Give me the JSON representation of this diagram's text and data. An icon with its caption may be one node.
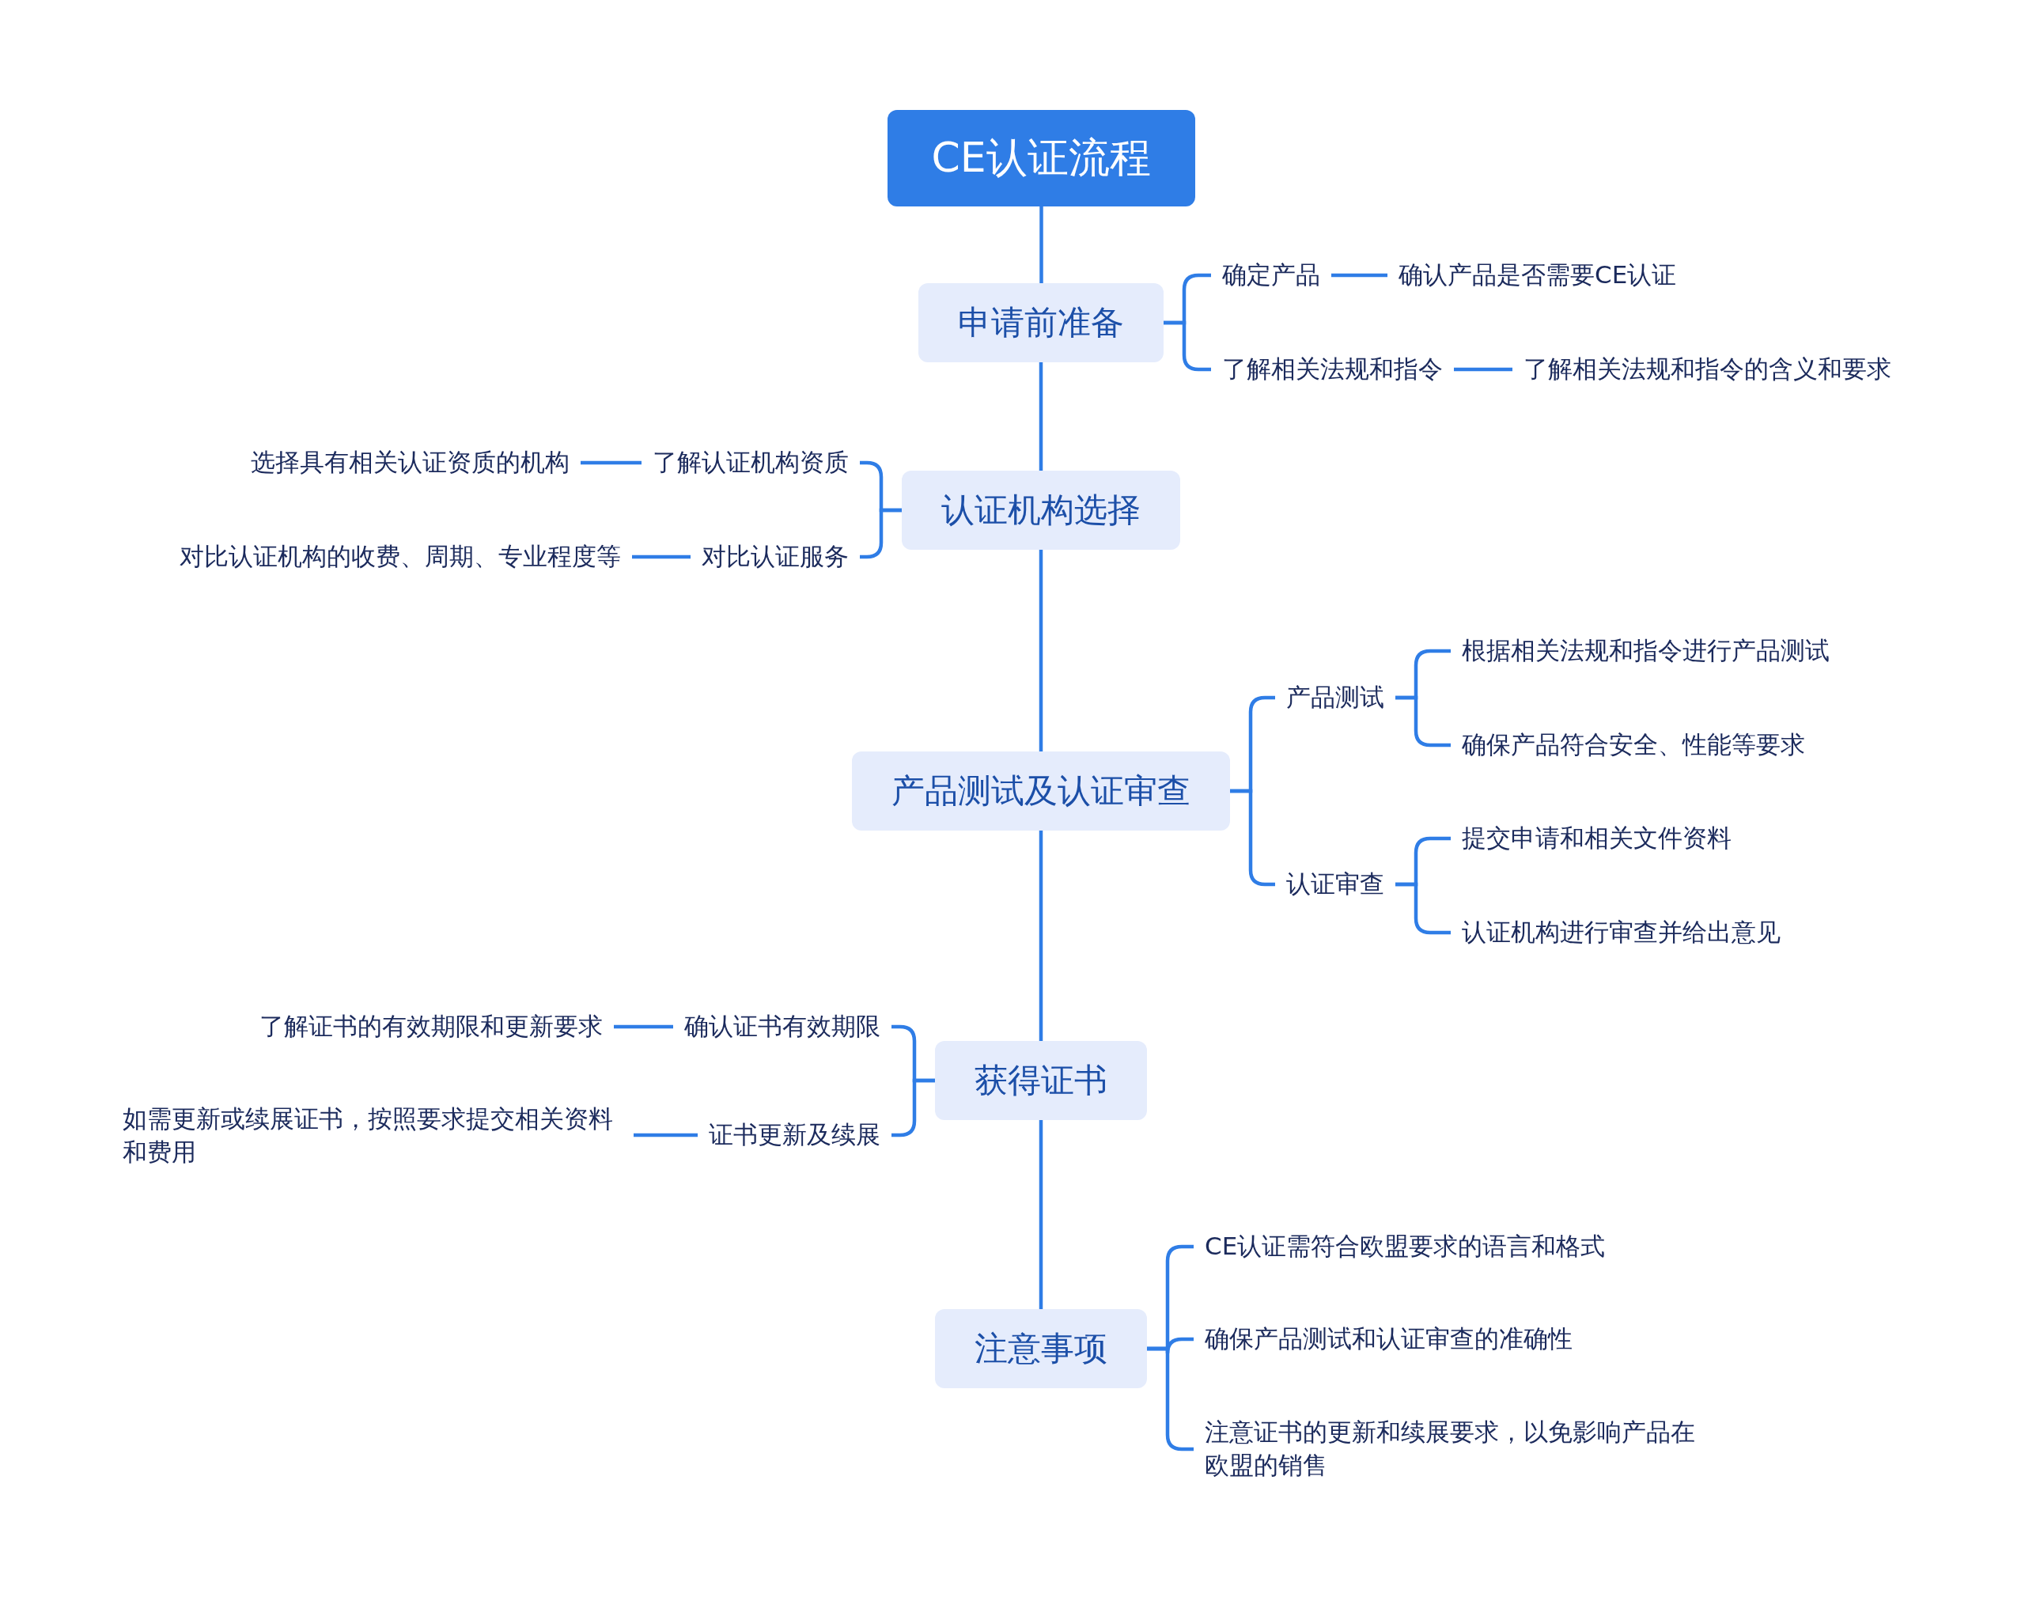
{
  "diagram": {
    "nodes": [
      {
        "text": [
          "CE认证流程"
        ]
      },
      {
        "text": [
          "申请前准备"
        ]
      },
      {
        "text": [
          "确定产品"
        ]
      },
      {
        "text": [
          "确认产品是否需要CE认证"
        ]
      },
      {
        "text": [
          "了解相关法规和指令"
        ]
      },
      {
        "text": [
          "了解相关法规和指令的含义和要求"
        ]
      },
      {
        "text": [
          "认证机构选择"
        ]
      },
      {
        "text": [
          "了解认证机构资质"
        ]
      },
      {
        "text": [
          "选择具有相关认证资质的机构"
        ]
      },
      {
        "text": [
          "对比认证服务"
        ]
      },
      {
        "text": [
          "对比认证机构的收费、周期、专业程度等"
        ]
      },
      {
        "text": [
          "产品测试及认证审查"
        ]
      },
      {
        "text": [
          "产品测试"
        ]
      },
      {
        "text": [
          "根据相关法规和指令进行产品测试"
        ]
      },
      {
        "text": [
          "确保产品符合安全、性能等要求"
        ]
      },
      {
        "text": [
          "认证审查"
        ]
      },
      {
        "text": [
          "提交申请和相关文件资料"
        ]
      },
      {
        "text": [
          "认证机构进行审查并给出意见"
        ]
      },
      {
        "text": [
          "获得证书"
        ]
      },
      {
        "text": [
          "确认证书有效期限"
        ]
      },
      {
        "text": [
          "了解证书的有效期限和更新要求"
        ]
      },
      {
        "text": [
          "证书更新及续展"
        ]
      },
      {
        "text": [
          "如需更新或续展证书，按照要求提交相关资料和费用"
        ]
      },
      {
        "text": [
          "注意事项"
        ]
      },
      {
        "text": [
          "CE认证需符合欧盟要求的语言和格式"
        ]
      },
      {
        "text": [
          "确保产品测试和认证审查的准确性"
        ]
      },
      {
        "text": [
          "注意证书的更新和续展要求，以免影响产品在欧盟的销售"
        ]
      }
    ],
    "edges": [
      {
        "from": 0,
        "to": 1,
        "arrow": "none"
      },
      {
        "from": 1,
        "to": 6,
        "arrow": "none"
      },
      {
        "from": 6,
        "to": 11,
        "arrow": "none"
      },
      {
        "from": 11,
        "to": 18,
        "arrow": "none"
      },
      {
        "from": 18,
        "to": 23,
        "arrow": "none"
      },
      {
        "from": 1,
        "to": 2,
        "arrow": "none"
      },
      {
        "from": 2,
        "to": 3,
        "arrow": "none"
      },
      {
        "from": 1,
        "to": 4,
        "arrow": "none"
      },
      {
        "from": 4,
        "to": 5,
        "arrow": "none"
      },
      {
        "from": 6,
        "to": 7,
        "arrow": "none"
      },
      {
        "from": 7,
        "to": 8,
        "arrow": "none"
      },
      {
        "from": 6,
        "to": 9,
        "arrow": "none"
      },
      {
        "from": 9,
        "to": 10,
        "arrow": "none"
      },
      {
        "from": 11,
        "to": 12,
        "arrow": "none"
      },
      {
        "from": 12,
        "to": 13,
        "arrow": "none"
      },
      {
        "from": 12,
        "to": 14,
        "arrow": "none"
      },
      {
        "from": 11,
        "to": 15,
        "arrow": "none"
      },
      {
        "from": 15,
        "to": 16,
        "arrow": "none"
      },
      {
        "from": 15,
        "to": 17,
        "arrow": "none"
      },
      {
        "from": 18,
        "to": 19,
        "arrow": "none"
      },
      {
        "from": 19,
        "to": 20,
        "arrow": "none"
      },
      {
        "from": 18,
        "to": 21,
        "arrow": "none"
      },
      {
        "from": 21,
        "to": 22,
        "arrow": "none"
      },
      {
        "from": 23,
        "to": 24,
        "arrow": "none"
      },
      {
        "from": 23,
        "to": 25,
        "arrow": "none"
      },
      {
        "from": 23,
        "to": 26,
        "arrow": "none"
      }
    ]
  }
}
